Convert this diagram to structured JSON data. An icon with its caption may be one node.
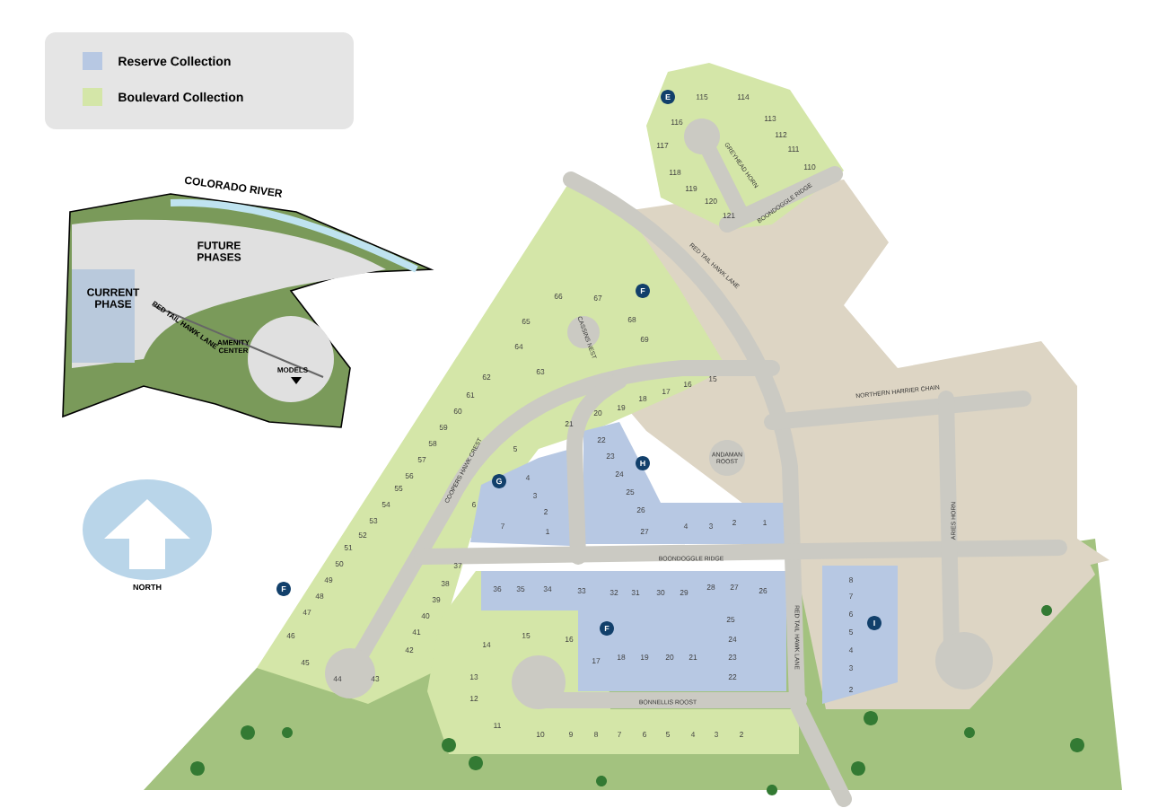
{
  "diagram": {
    "nodes": [
      {
        "text": [
          "E"
        ]
      },
      {
        "text": [
          "F"
        ]
      },
      {
        "text": [
          "H"
        ]
      },
      {
        "text": [
          "G"
        ]
      },
      {
        "text": [
          "F"
        ]
      },
      {
        "text": [
          "I"
        ]
      },
      {
        "text": [
          "F"
        ]
      }
    ],
    "labels": [
      "COLORADO RIVER",
      "FUTURE PHASES",
      "CURRENT PHASE",
      "RED TAIL HAWK LANE",
      "AMENITY CENTER",
      "MODELS",
      "NORTH",
      "115",
      "114",
      "116",
      "113",
      "117",
      "112",
      "111",
      "118",
      "110",
      "119",
      "120",
      "121",
      "GREYHEAD HORN",
      "BOONDOGGLE RIDGE",
      "RED TAIL HAWK LANE",
      "66",
      "67",
      "65",
      "68",
      "69",
      "64",
      "63",
      "CASSINS NEST",
      "15",
      "16",
      "17",
      "18",
      "19",
      "20",
      "21",
      "NORTHERN HARRIER CHAIN",
      "62",
      "61",
      "60",
      "59",
      "58",
      "57",
      "56",
      "55",
      "54",
      "53",
      "52",
      "51",
      "5",
      "22",
      "23",
      "ANDAMAN ROOST",
      "COOPERS HAWK CREST",
      "4",
      "24",
      "3",
      "25",
      "6",
      "2",
      "26",
      "7",
      "1",
      "27",
      "4",
      "3",
      "2",
      "1",
      "ARIES HORN",
      "BOONDOGGLE RIDGE",
      "50",
      "37",
      "49",
      "48",
      "47",
      "46",
      "45",
      "44",
      "43",
      "42",
      "41",
      "40",
      "39",
      "38",
      "36",
      "35",
      "34",
      "33",
      "32",
      "31",
      "30",
      "29",
      "28",
      "27",
      "26",
      "25",
      "14",
      "15",
      "16",
      "24",
      "17",
      "18",
      "19",
      "20",
      "21",
      "23",
      "13",
      "22",
      "12",
      "11",
      "RED TAIL HAWK LANE",
      "8",
      "7",
      "6",
      "5",
      "4",
      "3",
      "2",
      "BONNELLIS ROOST",
      "10",
      "9",
      "8",
      "7",
      "6",
      "5",
      "4",
      "3",
      "2"
    ],
    "legend": [
      {
        "text": "Reserve Collection",
        "color": "#b7c8e3"
      },
      {
        "text": "Boulevard Collection",
        "color": "#d4e6a8"
      }
    ]
  }
}
